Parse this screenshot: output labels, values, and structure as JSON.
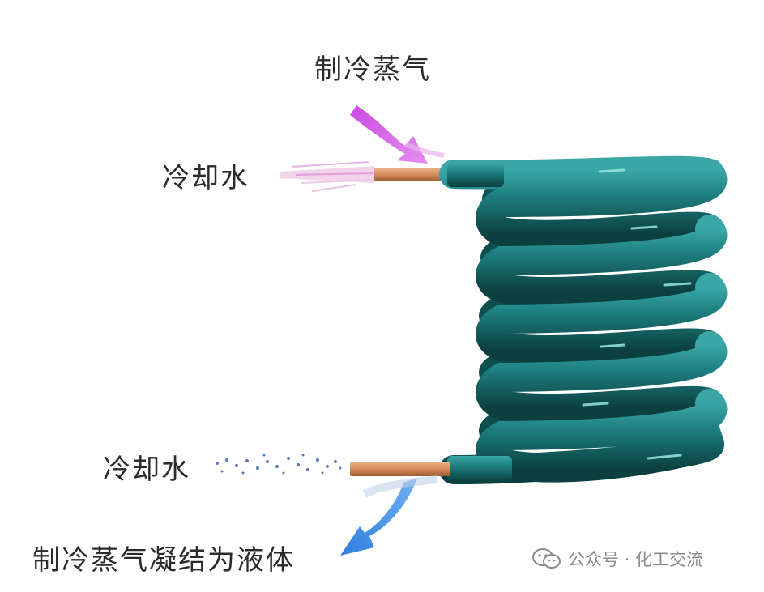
{
  "labels": {
    "refrigerant_vapor": "制冷蒸气",
    "cooling_water_top": "冷却水",
    "cooling_water_bottom": "冷却水",
    "condensed_liquid": "制冷蒸气凝结为液体"
  },
  "watermark": {
    "text": "公众号 · 化工交流",
    "icon": "wechat-icon"
  },
  "colors": {
    "coil": "#1d7c7c",
    "coil_highlight": "#6fd1cf",
    "copper_pipe": "#d58d5c",
    "vapor_arrow": "#c33ad9",
    "liquid_arrow": "#3f8fe6",
    "text": "#2b2b2b"
  }
}
